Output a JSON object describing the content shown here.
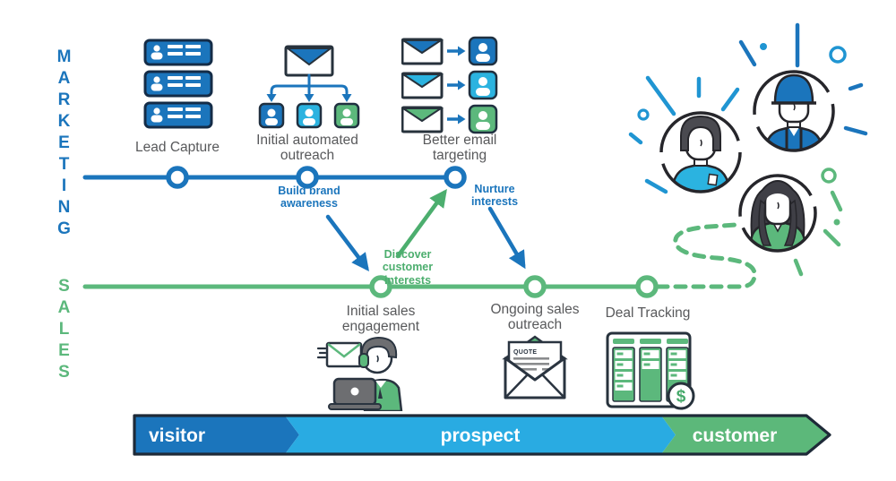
{
  "colors": {
    "marketing_blue": "#1b75bc",
    "prospect_cyan": "#29abe2",
    "sales_green": "#5cb87c",
    "outline_dark": "#232f3b",
    "label_gray": "#58595b"
  },
  "lanes": {
    "marketing": "MARKETING",
    "sales": "SALES"
  },
  "marketing_stages": [
    {
      "label": "Lead Capture"
    },
    {
      "label": "Initial automated\noutreach"
    },
    {
      "label": "Better email\ntargeting"
    }
  ],
  "sales_stages": [
    {
      "label": "Initial sales\nengagement"
    },
    {
      "label": "Ongoing sales\noutreach"
    },
    {
      "label": "Deal Tracking"
    }
  ],
  "transitions": [
    {
      "label": "Build brand\nawareness",
      "color": "#1b75bc"
    },
    {
      "label": "Nurture\ninterests",
      "color": "#1b75bc"
    },
    {
      "label": "Discover\ncustomer\ninterests",
      "color": "#5cb87c"
    }
  ],
  "funnel_stages": [
    {
      "label": "visitor",
      "color": "#1b75bc"
    },
    {
      "label": "prospect",
      "color": "#29abe2"
    },
    {
      "label": "customer",
      "color": "#5cb87a"
    }
  ],
  "icon_text": {
    "quote": "QUOTE",
    "dollar": "$"
  }
}
